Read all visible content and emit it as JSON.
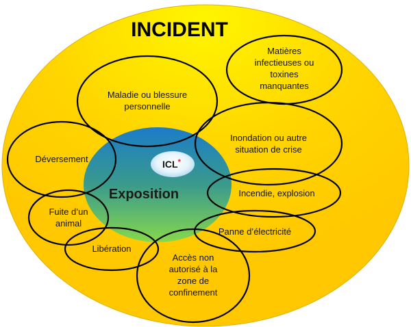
{
  "diagram": {
    "title": "INCIDENT",
    "center": {
      "label": "Exposition",
      "badge": "ICL",
      "badge_marker": "*"
    },
    "categories": [
      {
        "id": "matieres",
        "lines": [
          "Matières",
          "infectieuses ou",
          "toxines",
          "manquantes"
        ]
      },
      {
        "id": "maladie",
        "lines": [
          "Maladie ou blessure",
          "personnelle"
        ]
      },
      {
        "id": "inondation",
        "lines": [
          "Inondation ou autre",
          "situation de crise"
        ]
      },
      {
        "id": "deversement",
        "lines": [
          "Déversement"
        ]
      },
      {
        "id": "incendie",
        "lines": [
          "Incendie, explosion"
        ]
      },
      {
        "id": "fuite",
        "lines": [
          "Fuite d’un",
          "animal"
        ]
      },
      {
        "id": "panne",
        "lines": [
          "Panne d’électricité"
        ]
      },
      {
        "id": "liberation",
        "lines": [
          "Libération"
        ]
      },
      {
        "id": "acces",
        "lines": [
          "Accès non",
          "autorisé à la",
          "zone de",
          "confinement"
        ]
      }
    ],
    "colors": {
      "outer_fill": "#FFCC00",
      "outer_highlight": "#FFF200",
      "center_top": "#1E7FC6",
      "center_bottom": "#7ED34F",
      "marker": "#E02020"
    }
  }
}
